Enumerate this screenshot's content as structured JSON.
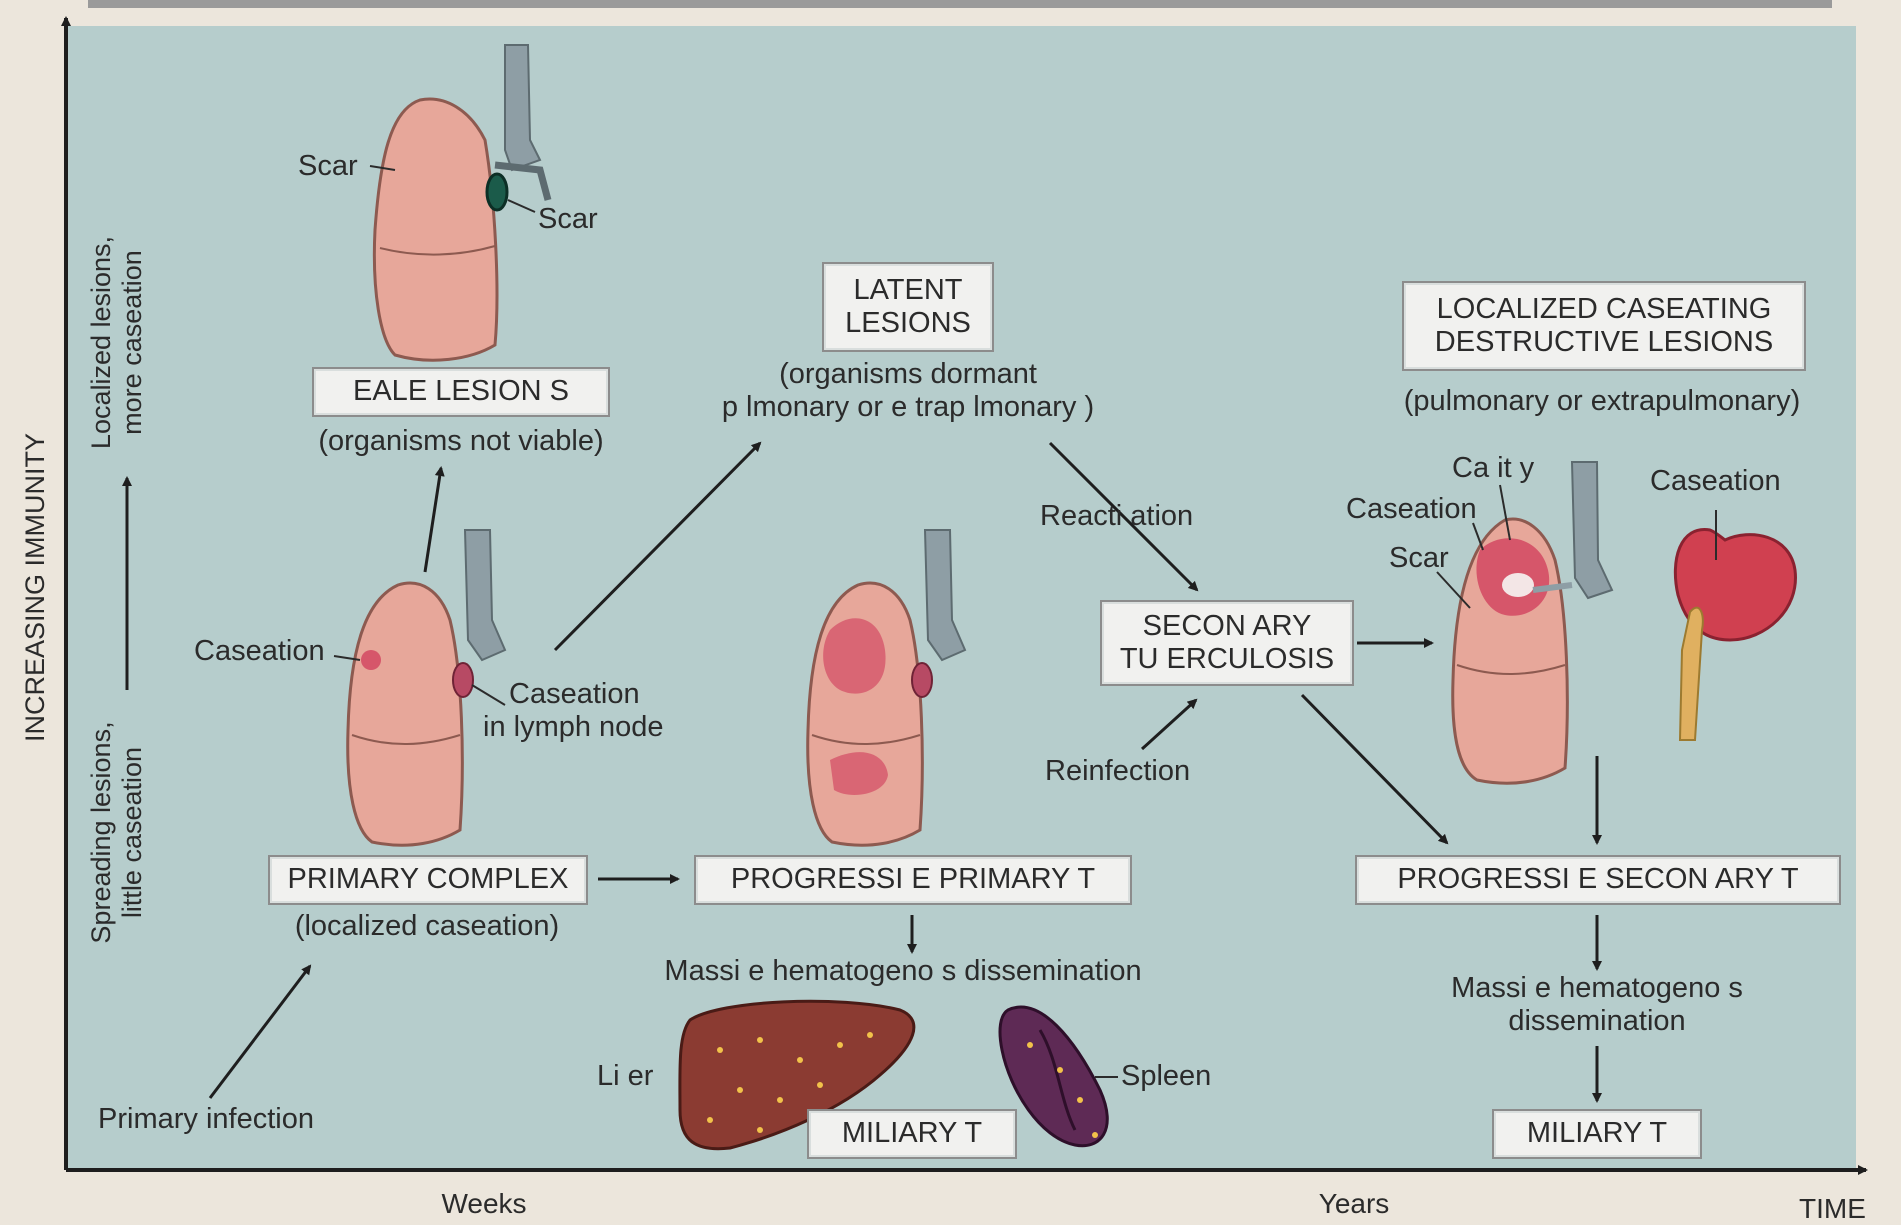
{
  "axes": {
    "y_label": "INCREASING IMMUNITY",
    "x_label_end": "TIME",
    "x_ticks": [
      "Weeks",
      "Years"
    ],
    "y_marker_low": [
      "Spreading lesions,",
      "little caseation"
    ],
    "y_marker_high": [
      "Localized lesions,",
      "more caseation"
    ]
  },
  "boxes": {
    "healed": "EALE  LESION   S",
    "primary_complex": "PRIMARY COMPLEX",
    "progressive_primary": "PROGRESSI E PRIMARY T",
    "miliary_1": "MILIARY T",
    "latent": [
      "LATENT",
      "LESIONS"
    ],
    "secondary": [
      "SECON ARY",
      "TU ERCULOSIS"
    ],
    "localized_caseating": [
      "LOCALIZED CASEATING",
      "DESTRUCTIVE LESIONS"
    ],
    "progressive_secondary": "PROGRESSI E SECON ARY T",
    "miliary_2": "MILIARY T"
  },
  "captions": {
    "not_viable": "(organisms not viable)",
    "localized_caseation": "(localized caseation)",
    "dormant": [
      "(organisms dormant",
      "p lmonary or e trap lmonary   )"
    ],
    "pulmonary": "(pulmonary or extrapulmonary)",
    "massive_1": "Massi e hematogeno s dissemination",
    "massive_2": [
      "Massi e hematogeno   s",
      "dissemination"
    ],
    "primary_infection": "Primary infection",
    "reactivation": "Reacti ation",
    "reinfection": "Reinfection"
  },
  "labels": {
    "scar_lung": "Scar",
    "scar_node": "Scar",
    "caseation_primary": "Caseation",
    "caseation_lymph": [
      "Caseation",
      "in lymph node"
    ],
    "cavity": "Ca it y",
    "caseation_secondary": "Caseation",
    "scar_secondary": "Scar",
    "caseation_kidney": "Caseation",
    "liver": "Li er",
    "spleen": "Spleen"
  },
  "colors": {
    "panel": "#b6cdcc",
    "lung": "#e7a79a",
    "lung_outline": "#8d5a50",
    "caseation": "#d6566a",
    "liver": "#8b3b32",
    "spleen": "#5e2a55",
    "kidney": "#d04050",
    "ureter": "#e0b060"
  }
}
